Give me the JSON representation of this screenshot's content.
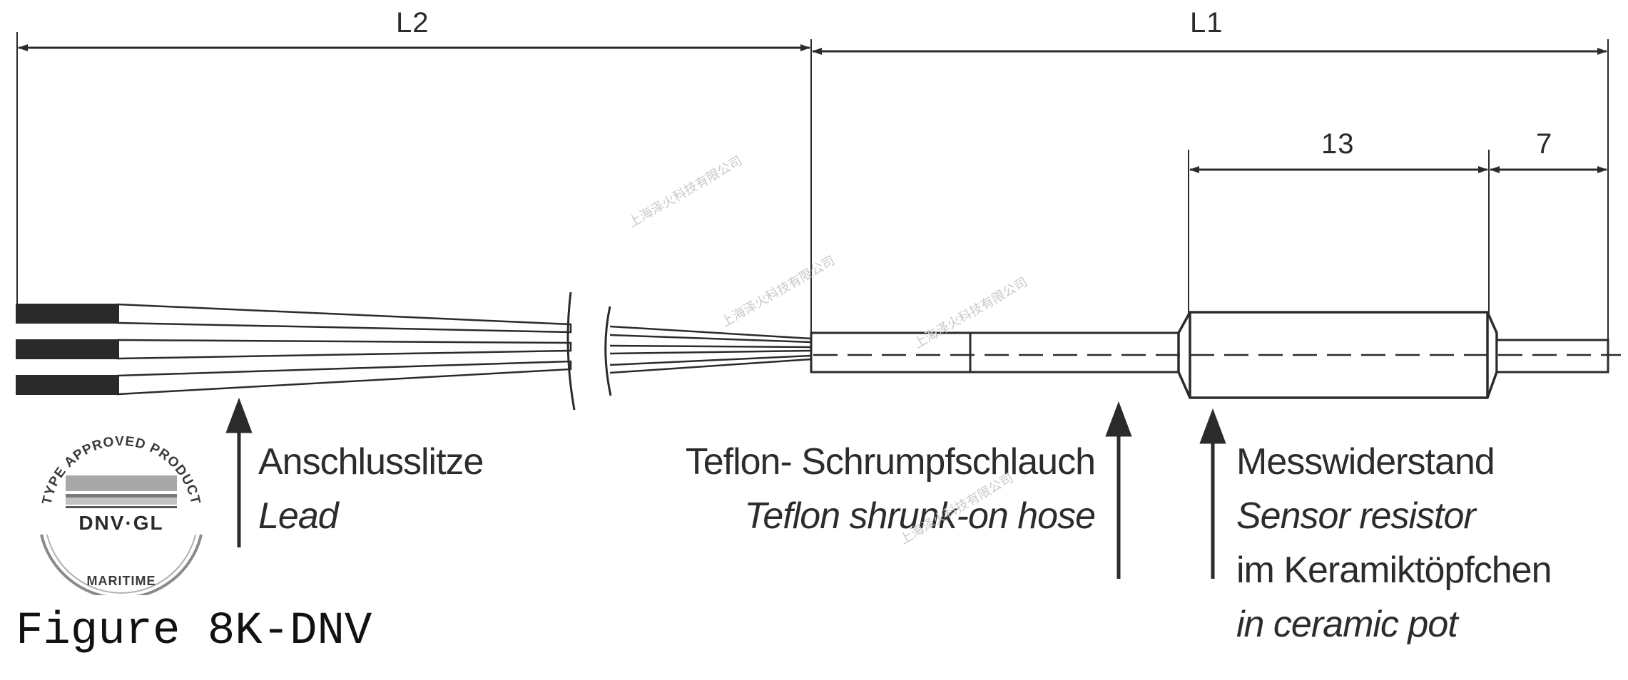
{
  "dimensions": {
    "L2": "L2",
    "L1": "L1",
    "d13": "13",
    "d7": "7"
  },
  "callouts": {
    "lead_de": "Anschlusslitze",
    "lead_en": "Lead",
    "hose_de": "Teflon- Schrumpfschlauch",
    "hose_en": "Teflon shrunk-on hose",
    "sensor_de": "Messwiderstand",
    "sensor_en": "Sensor resistor",
    "pot_de": "im Keramiktöpfchen",
    "pot_en": "in ceramic pot"
  },
  "badge": {
    "arc_text": "TYPE APPROVED PRODUCT",
    "brand": "DNV·GL",
    "sub": "MARITIME"
  },
  "caption": "Figure 8K-DNV",
  "watermark": "上海泽火科技有限公司",
  "colors": {
    "line": "#2b2b2b",
    "badge_gray": "#9a9a9a",
    "watermark": "#c9c9c9"
  }
}
